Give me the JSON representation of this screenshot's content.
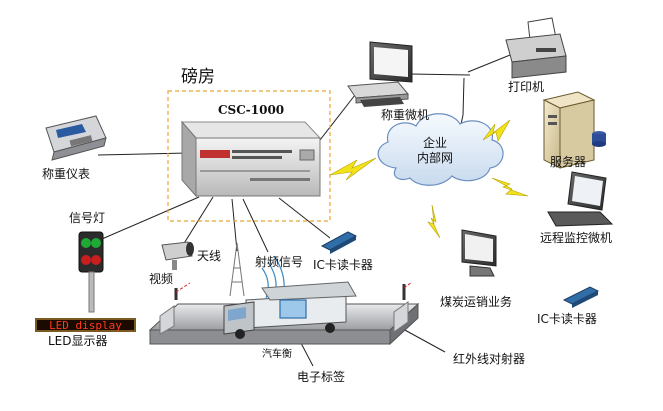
{
  "labels": {
    "weighing_room": "磅房",
    "controller_model": "CSC-1000",
    "weighing_pc": "称重微机",
    "printer": "打印机",
    "server": "服务器",
    "enterprise_network": "企业\n内部网",
    "remote_pc": "远程监控微机",
    "weighing_indicator": "称重仪表",
    "signal_light": "信号灯",
    "video": "视频",
    "antenna": "天线",
    "rf_signal": "射频信号",
    "ic_reader_1": "IC卡读卡器",
    "ic_reader_2": "IC卡读卡器",
    "coal_business": "煤炭运销业务",
    "led_display": "LED显示器",
    "led_text": "LED display",
    "truck_scale": "汽车衡",
    "electronic_tag": "电子标签",
    "infrared": "红外线对射器"
  },
  "colors": {
    "dashed_box": "#e8a535",
    "lightning": "#f2e21a",
    "cloud": "#dce9f6",
    "cabinet": "#dcdcdc",
    "led_text": "#ff3b1a"
  },
  "icons": [
    "printer-icon",
    "desktop-computer-icon",
    "server-icon",
    "laptop-icon",
    "weighing-indicator-icon",
    "traffic-light-icon",
    "camera-icon",
    "antenna-icon",
    "card-reader-icon",
    "monitor-icon",
    "truck-icon",
    "truck-scale-icon",
    "cloud-icon",
    "lightning-icon"
  ]
}
